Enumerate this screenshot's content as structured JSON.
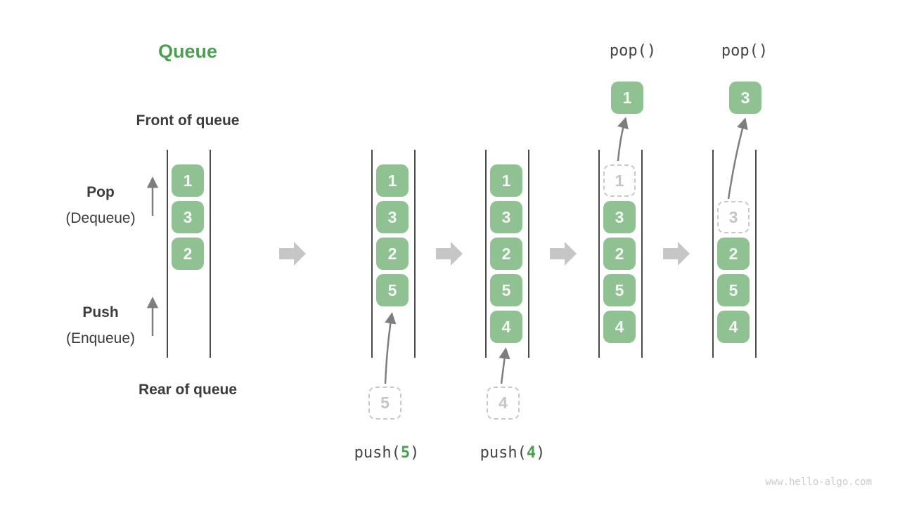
{
  "title": "Queue",
  "labels": {
    "front": "Front of queue",
    "rear": "Rear of queue",
    "pop": "Pop",
    "pop_sub": "(Dequeue)",
    "push": "Push",
    "push_sub": "(Enqueue)"
  },
  "columns": [
    {
      "name": "state-1",
      "boxes": [
        {
          "value": "1"
        },
        {
          "value": "3"
        },
        {
          "value": "2"
        }
      ]
    },
    {
      "name": "state-2-after-push-5",
      "boxes": [
        {
          "value": "1"
        },
        {
          "value": "3"
        },
        {
          "value": "2"
        },
        {
          "value": "5"
        }
      ],
      "staged": {
        "value": "5"
      },
      "operation": {
        "fn": "push(",
        "arg": "5",
        "close": ")"
      }
    },
    {
      "name": "state-3-after-push-4",
      "boxes": [
        {
          "value": "1"
        },
        {
          "value": "3"
        },
        {
          "value": "2"
        },
        {
          "value": "5"
        },
        {
          "value": "4"
        }
      ],
      "staged": {
        "value": "4"
      },
      "operation": {
        "fn": "push(",
        "arg": "4",
        "close": ")"
      }
    },
    {
      "name": "state-4-after-pop",
      "ghost": {
        "value": "1"
      },
      "boxes": [
        {
          "value": "3"
        },
        {
          "value": "2"
        },
        {
          "value": "5"
        },
        {
          "value": "4"
        }
      ],
      "popped": {
        "value": "1"
      },
      "operation": {
        "label": "pop()"
      }
    },
    {
      "name": "state-5-after-pop",
      "ghost": {
        "value": "3"
      },
      "boxes": [
        {
          "value": "2"
        },
        {
          "value": "5"
        },
        {
          "value": "4"
        }
      ],
      "popped": {
        "value": "3"
      },
      "operation": {
        "label": "pop()"
      }
    }
  ],
  "watermark": "www.hello-algo.com",
  "colors": {
    "green_box": "#90C193",
    "title_green": "#4C9E50",
    "text_dark": "#3C3C3C",
    "dashed_border": "#C9C9C9",
    "dashed_text": "#C5C5C5",
    "block_arrow": "#C6C6C6",
    "thin_arrow": "#7E7E7E",
    "wall": "#4A4A4A",
    "watermark": "#CBCBCB"
  }
}
